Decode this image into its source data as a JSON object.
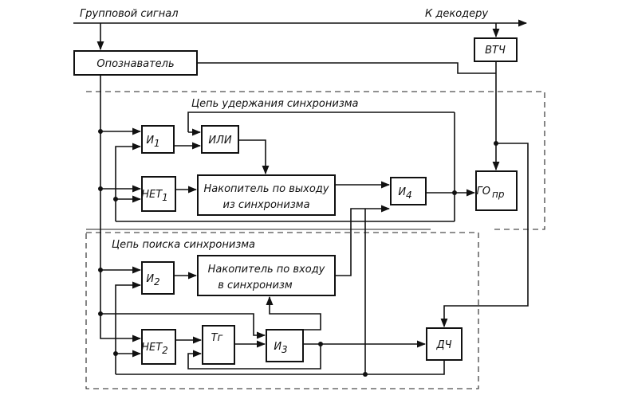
{
  "signals": {
    "input": "Групповой сигнал",
    "output": "К декодеру"
  },
  "blocks": {
    "vtch": "ВТЧ",
    "identifier": "Опознаватель",
    "and1": "И",
    "and1_sub": "1",
    "or": "ИЛИ",
    "not1": "НЕТ",
    "not1_sub": "1",
    "acc_out_line1": "Накопитель по выходу",
    "acc_out_line2": "из синхронизма",
    "and4": "И",
    "and4_sub": "4",
    "go": "ГО",
    "go_sub": "пр",
    "and2": "И",
    "and2_sub": "2",
    "acc_in_line1": "Накопитель по входу",
    "acc_in_line2": "в синхронизм",
    "not2": "НЕТ",
    "not2_sub": "2",
    "tg": "Тг",
    "and3": "И",
    "and3_sub": "3",
    "dch": "ДЧ"
  },
  "regions": {
    "hold": "Цепь удержания синхронизма",
    "search": "Цепь поиска синхронизма"
  }
}
